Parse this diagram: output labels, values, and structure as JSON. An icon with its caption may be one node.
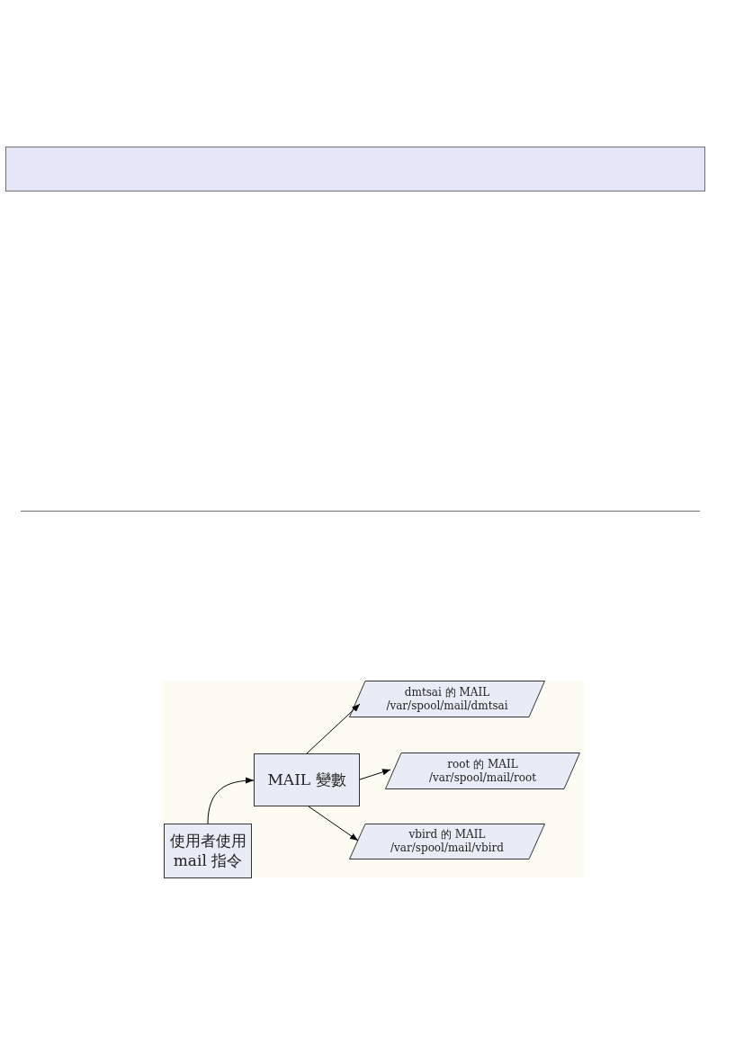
{
  "diagram": {
    "nodes": [
      {
        "text": [
          "使用者使用 mail 指令"
        ]
      },
      {
        "text": [
          "MAIL 變數"
        ]
      },
      {
        "text": [
          "dmtsai 的 MAIL",
          "/var/spool/mail/dmtsai"
        ]
      },
      {
        "text": [
          "root 的 MAIL",
          "/var/spool/mail/root"
        ]
      },
      {
        "text": [
          "vbird 的 MAIL",
          "/var/spool/mail/vbird"
        ]
      }
    ],
    "edges": [
      {
        "from": 0,
        "to": 1,
        "arrow": "to"
      },
      {
        "from": 1,
        "to": 2,
        "arrow": "to"
      },
      {
        "from": 1,
        "to": 3,
        "arrow": "to"
      },
      {
        "from": 1,
        "to": 4,
        "arrow": "to"
      }
    ]
  }
}
